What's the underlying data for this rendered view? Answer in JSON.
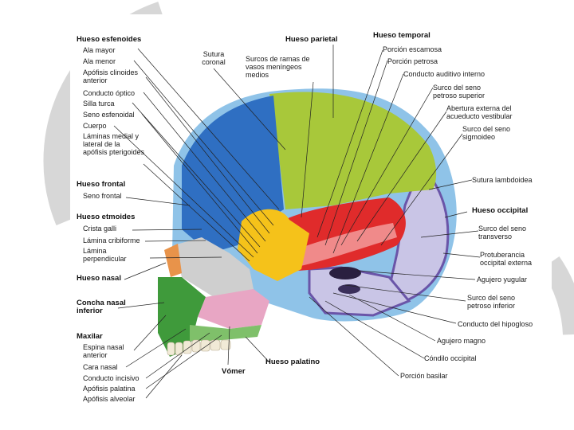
{
  "colors": {
    "frontal": "#2f6fc2",
    "frontal_light": "#8fc3e8",
    "parietal": "#a8c83a",
    "occipital": "#c9c5e6",
    "occipital_dark": "#6a55a8",
    "temporal": "#e02b2b",
    "sphenoid": "#f5c21a",
    "ethmoid": "#cfcfcf",
    "nasal": "#e8934a",
    "vomer": "#e8a6c4",
    "maxilla": "#3f9a3b",
    "palatine": "#7fc06a",
    "slide_arc": "#d7d7d7"
  },
  "labels": {
    "esfenoides": {
      "title": "Hueso esfenoides",
      "items": [
        "Ala mayor",
        "Ala menor",
        "Apófisis clinoides anterior",
        "Conducto óptico",
        "Silla turca",
        "Seno esfenoidal",
        "Cuerpo",
        "Láminas medial y lateral de la apófisis pterigoides"
      ]
    },
    "frontal": {
      "title": "Hueso frontal",
      "items": [
        "Seno frontal"
      ]
    },
    "etmoides": {
      "title": "Hueso etmoides",
      "items": [
        "Crista galli",
        "Lámina cribiforme",
        "Lámina perpendicular"
      ]
    },
    "nasal": {
      "title": "Hueso nasal"
    },
    "concha": {
      "title": "Concha nasal inferior"
    },
    "maxilar": {
      "title": "Maxilar",
      "items": [
        "Espina nasal anterior",
        "Cara nasal",
        "Conducto incisivo",
        "Apófisis palatina",
        "Apófisis alveolar"
      ]
    },
    "vomer": {
      "title": "Vómer"
    },
    "palatino": {
      "title": "Hueso palatino"
    },
    "top": {
      "sutura_coronal": "Sutura coronal",
      "surcos": "Surcos de ramas de vasos meníngeos medios",
      "parietal": "Hueso parietal"
    },
    "temporal": {
      "title": "Hueso temporal",
      "items": [
        "Porción escamosa",
        "Porción petrosa",
        "Conducto auditivo interno",
        "Surco del seno petroso superior",
        "Abertura externa del acueducto vestibular",
        "Surco del seno sigmoideo"
      ]
    },
    "right": {
      "lambdoidea": "Sutura lambdoidea",
      "occipital": "Hueso occipital",
      "transverso": "Surco del seno transverso",
      "protuberancia": "Protuberancia occipital externa",
      "yugular": "Agujero yugular",
      "petroso_inf": "Surco del seno petroso inferior",
      "hipogloso": "Conducto del hipogloso",
      "magno": "Agujero magno",
      "condilo": "Cóndilo occipital",
      "basilar": "Porción basilar"
    }
  }
}
